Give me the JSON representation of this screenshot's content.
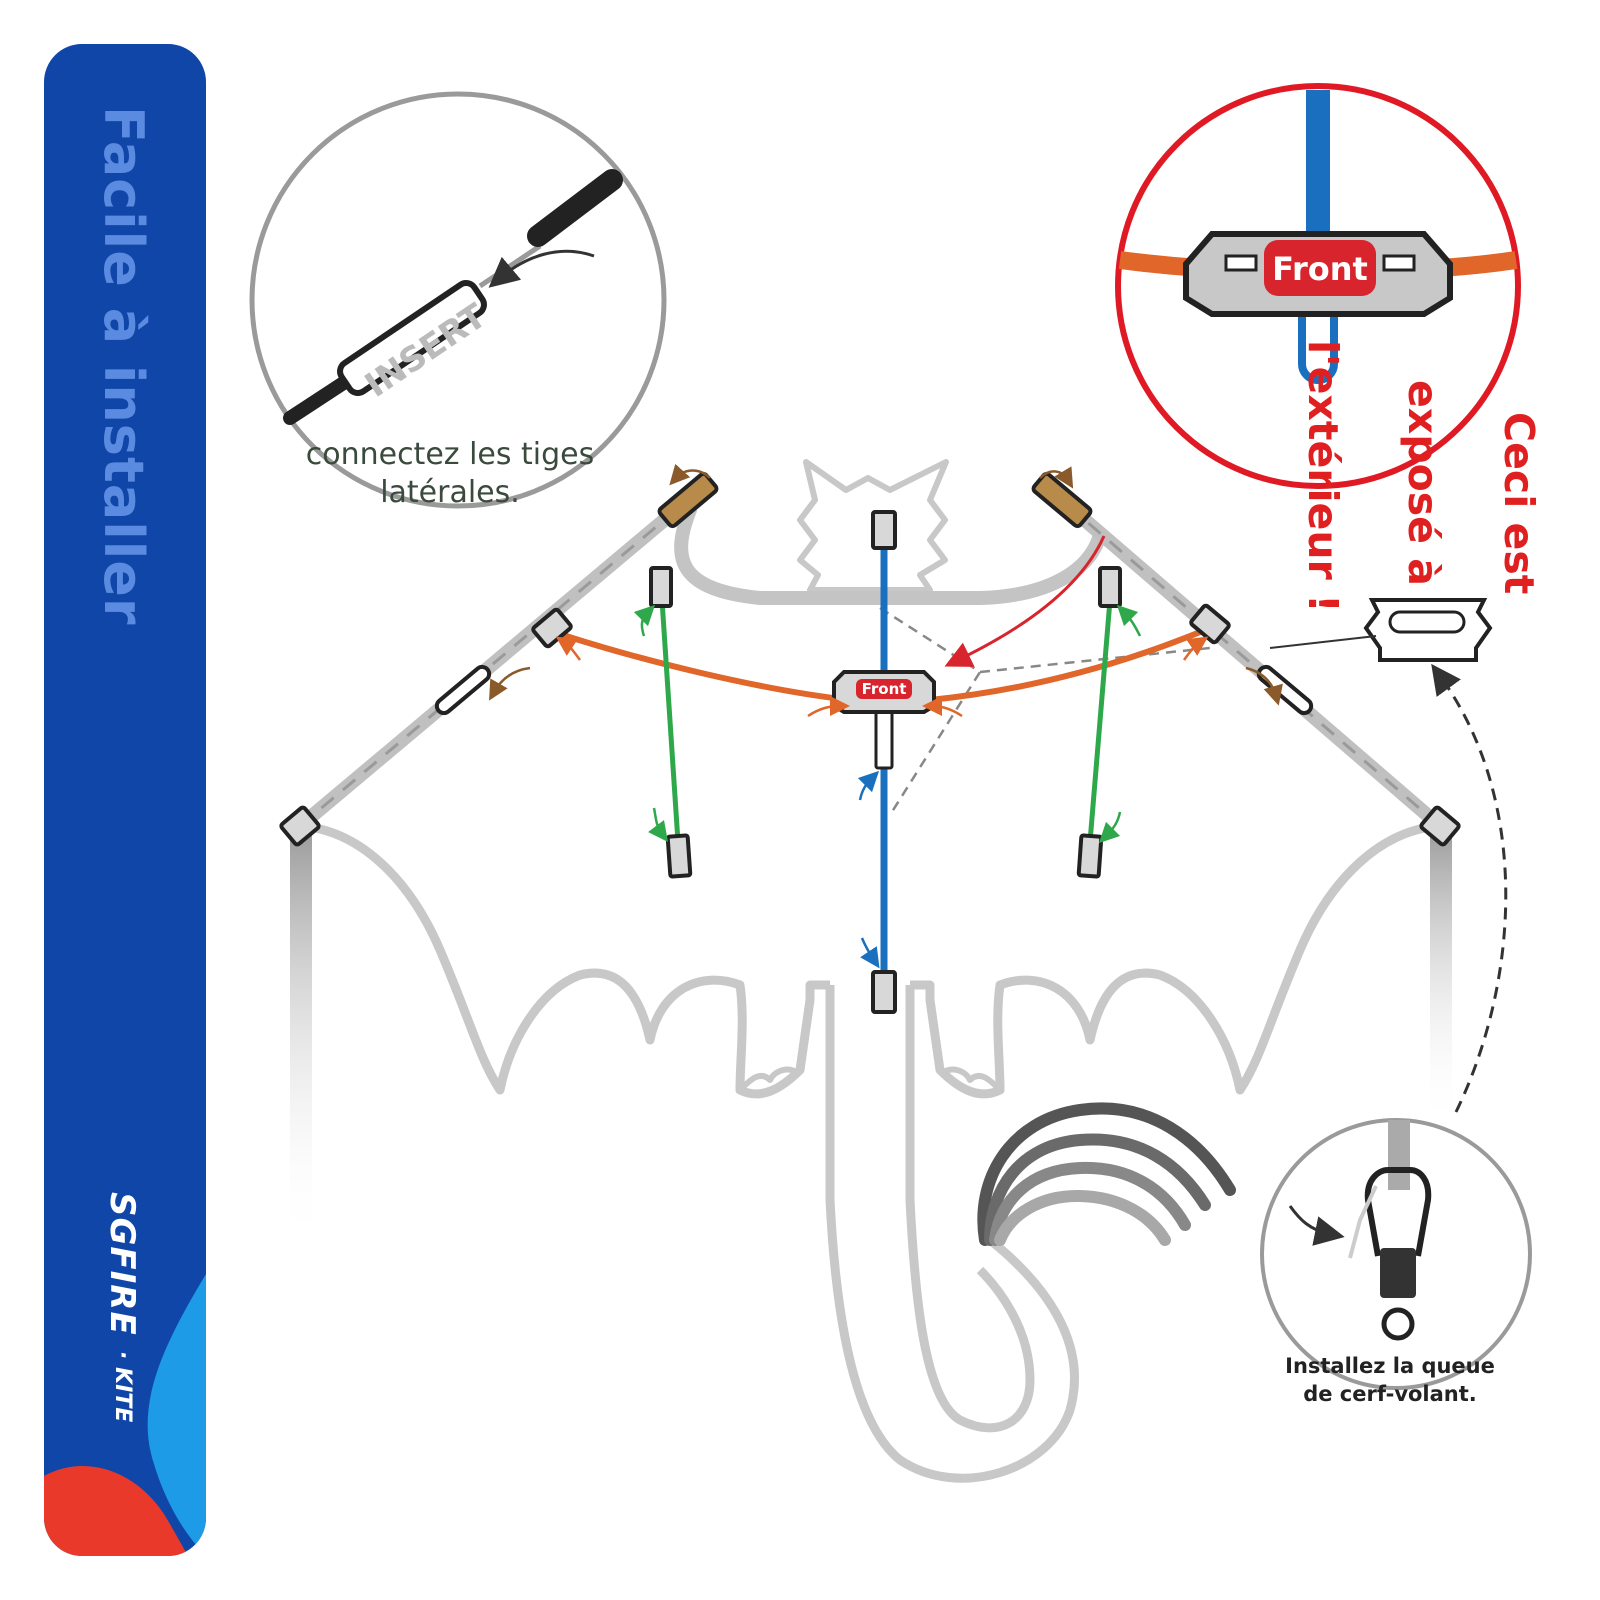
{
  "banner": {
    "title": "Facile à installer",
    "brand_name": "SGFIRE",
    "brand_sub": "· KITE",
    "colors": {
      "banner": "#0f46a7",
      "wave_light": "#1e9be6",
      "wave_red": "#e8392a"
    }
  },
  "callouts": {
    "insert_label": "INSERT",
    "connect_caption": "connectez les tiges latérales.",
    "front_label": "Front",
    "warning_lines": [
      "Ceci est",
      "exposé à",
      "l'extérieur !"
    ],
    "tail_caption_line1": "Installez la queue",
    "tail_caption_line2": "de cerf-volant."
  },
  "diagram": {
    "hub_label": "Front",
    "colors": {
      "spine": "#1a6fbf",
      "spreader": "#e0662a",
      "standoff": "#2ea84a",
      "warning": "#e02020",
      "outline": "#c8c8c8",
      "frame": "#bdbdbd"
    }
  }
}
